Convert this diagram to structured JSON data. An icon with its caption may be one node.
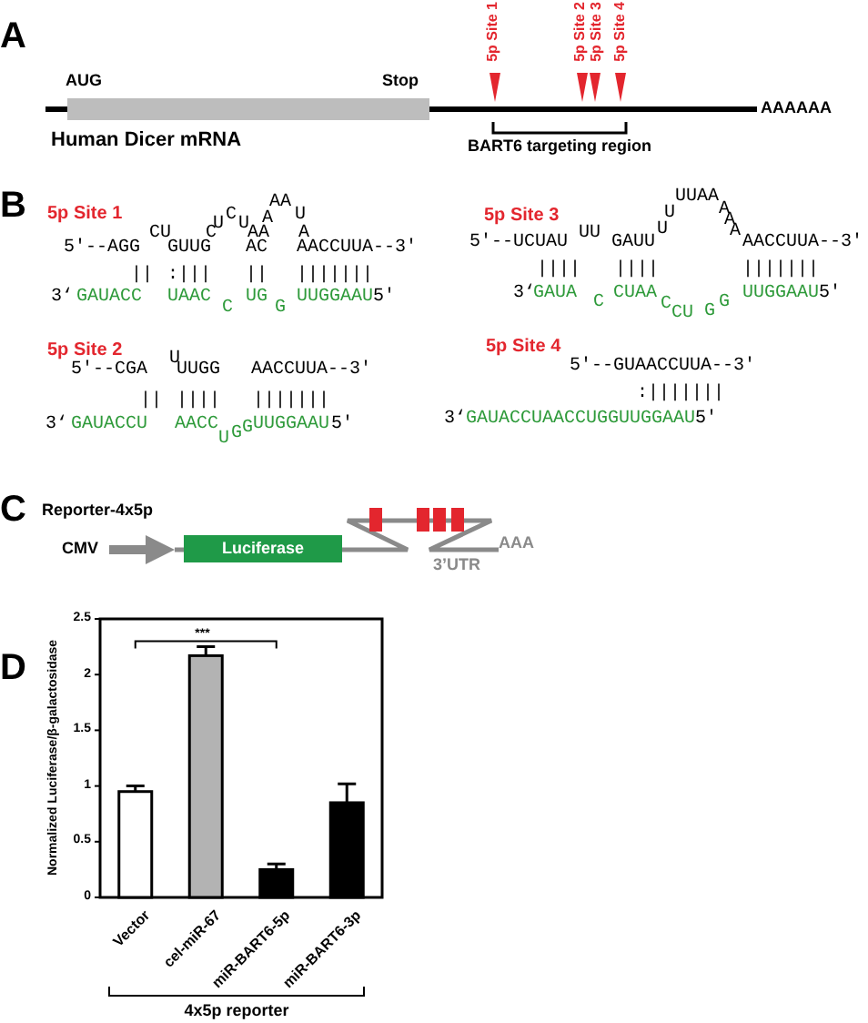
{
  "diagram": {
    "labels": [
      "A",
      "5p Site 1",
      "5p Site 2",
      "5p Site 3",
      "5p Site 4",
      "AUG",
      "Stop",
      "AAAAAA",
      "Human Dicer mRNA",
      "BART6 targeting region",
      "B",
      "5p Site 1",
      "AA",
      "U",
      "C",
      "U",
      "A",
      "U",
      "CU",
      "C",
      "AA",
      "A",
      "5′--AGG",
      "GUUG",
      "AC",
      "AACCUUA--3′",
      "||",
      ":|||",
      "||",
      "|||||||",
      "3‘",
      "GAUACC",
      "UAAC",
      "C",
      "UG",
      "G",
      "UUGGAAU",
      "5′",
      "5p Site 2",
      "5′--CGA",
      "U",
      "UUGG",
      "AACCUUA--3′",
      "||",
      "||||",
      "|||||||",
      "3‘",
      "GAUACCU",
      "AACC",
      "U",
      "G",
      "G",
      "UUGGAAU",
      "5′",
      "5p Site 3",
      "5′--UCUAU",
      "UU",
      "GAUU",
      "U",
      "U",
      "UUAA",
      "A",
      "A",
      "A",
      "AACCUUA--3′",
      "||||",
      "||||",
      "|||||||",
      "3‘",
      "GAUA",
      "C",
      "CUAA",
      "C",
      "CU",
      "G",
      "G",
      "UUGGAAU",
      "5′",
      "5p Site 4",
      "5′--GUAACCUUA--3′",
      ":|||||||",
      "3‘",
      "GAUACCUAACCUGGUUGGAAU",
      "5′",
      "C",
      "Reporter-4x5p",
      "CMV",
      "Luciferase",
      "AAA",
      "3’UTR",
      "D"
    ],
    "chart_data": {
      "type": "bar",
      "ylabel": "Normalized Luciferase/β-galactosidase",
      "xlabel": "4x5p reporter",
      "categories": [
        "Vector",
        "cel-miR-67",
        "miR-BART6-5p",
        "miR-BART6-3p"
      ],
      "series": [
        {
          "color": [
            "#ffffff",
            "#b3b3b3",
            "#000000",
            "#000000"
          ],
          "values": [
            0.95,
            2.17,
            0.25,
            0.85
          ],
          "errors": [
            0.05,
            0.08,
            0.05,
            0.17
          ]
        }
      ],
      "ylim": [
        0,
        2.5
      ],
      "yticks": [
        0,
        0.5,
        1,
        1.5,
        2,
        2.5
      ],
      "annotations": [
        {
          "text": "***",
          "x": "cel-miR-67",
          "y": 2.3
        }
      ]
    }
  }
}
